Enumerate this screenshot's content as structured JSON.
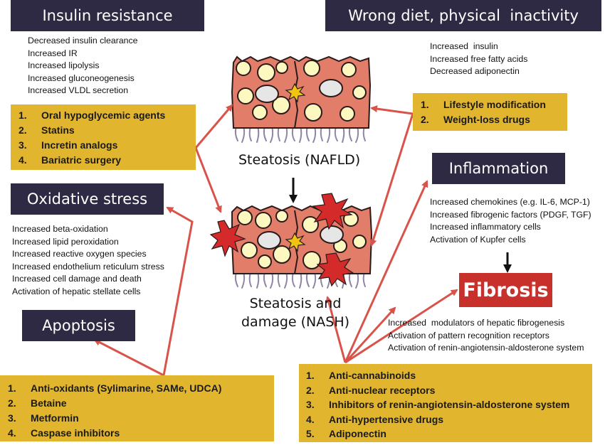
{
  "insulin_resistance": {
    "title": "Insulin resistance",
    "effects": [
      "Decreased insulin clearance",
      "Increased IR",
      "Increased lipolysis",
      "Increased gluconeogenesis",
      "Increased VLDL secretion"
    ],
    "treatments": [
      {
        "num": "1.",
        "label": "Oral hypoglycemic agents"
      },
      {
        "num": "2.",
        "label": "Statins"
      },
      {
        "num": "3.",
        "label": "Incretin analogs"
      },
      {
        "num": "4.",
        "label": "Bariatric surgery"
      }
    ]
  },
  "diet": {
    "title": "Wrong diet, physical  inactivity",
    "effects": [
      "Increased  insulin",
      "Increased free fatty acids",
      "Decreased adiponectin"
    ],
    "treatments": [
      {
        "num": "1.",
        "label": "Lifestyle modification"
      },
      {
        "num": "2.",
        "label": "Weight-loss drugs"
      }
    ]
  },
  "oxidative_stress": {
    "title": "Oxidative stress",
    "effects": [
      "Increased beta-oxidation",
      "Increased lipid peroxidation",
      "Increased reactive oxygen species",
      "Increased endothelium reticulum stress",
      "Increased cell damage and death",
      "Activation of hepatic stellate cells"
    ]
  },
  "apoptosis": {
    "title": "Apoptosis",
    "treatments": [
      {
        "num": "1.",
        "label": "Anti-oxidants (Sylimarine, SAMe, UDCA)"
      },
      {
        "num": "2.",
        "label": "Betaine"
      },
      {
        "num": "3.",
        "label": "Metformin"
      },
      {
        "num": "4.",
        "label": "Caspase inhibitors"
      }
    ]
  },
  "inflammation": {
    "title": "Inflammation",
    "effects": [
      "Increased chemokines (e.g. IL-6, MCP-1)",
      "Increased fibrogenic factors (PDGF, TGF)",
      "Increased inflammatory cells",
      "Activation of Kupfer cells"
    ]
  },
  "fibrosis": {
    "title": "Fibrosis",
    "effects": [
      "Increased  modulators of hepatic fibrogenesis",
      "Activation of pattern recognition receptors",
      "Activation of renin-angiotensin-aldosterone system"
    ],
    "treatments": [
      {
        "num": "1.",
        "label": "Anti-cannabinoids"
      },
      {
        "num": "2.",
        "label": "Anti-nuclear receptors"
      },
      {
        "num": "3.",
        "label": "Inhibitors of renin-angiotensin-aldosterone system"
      },
      {
        "num": "4.",
        "label": "Anti-hypertensive drugs"
      },
      {
        "num": "5.",
        "label": "Adiponectin"
      }
    ]
  },
  "stages": {
    "steatosis": "Steatosis (NAFLD)",
    "nash_line1": "Steatosis and",
    "nash_line2": "damage (NASH)"
  },
  "colors": {
    "header_bg": "#2f2a43",
    "fibrosis_bg": "#c8302c",
    "treatment_bg": "#e2b52f",
    "arrow": "#d9534a",
    "cell": "#e27d6a",
    "fat_droplet": "#fdf8c0",
    "nucleus": "#e6e6e6",
    "villi": "#9186a6",
    "damage_star": "#d42a2a",
    "small_star": "#f2c412"
  }
}
